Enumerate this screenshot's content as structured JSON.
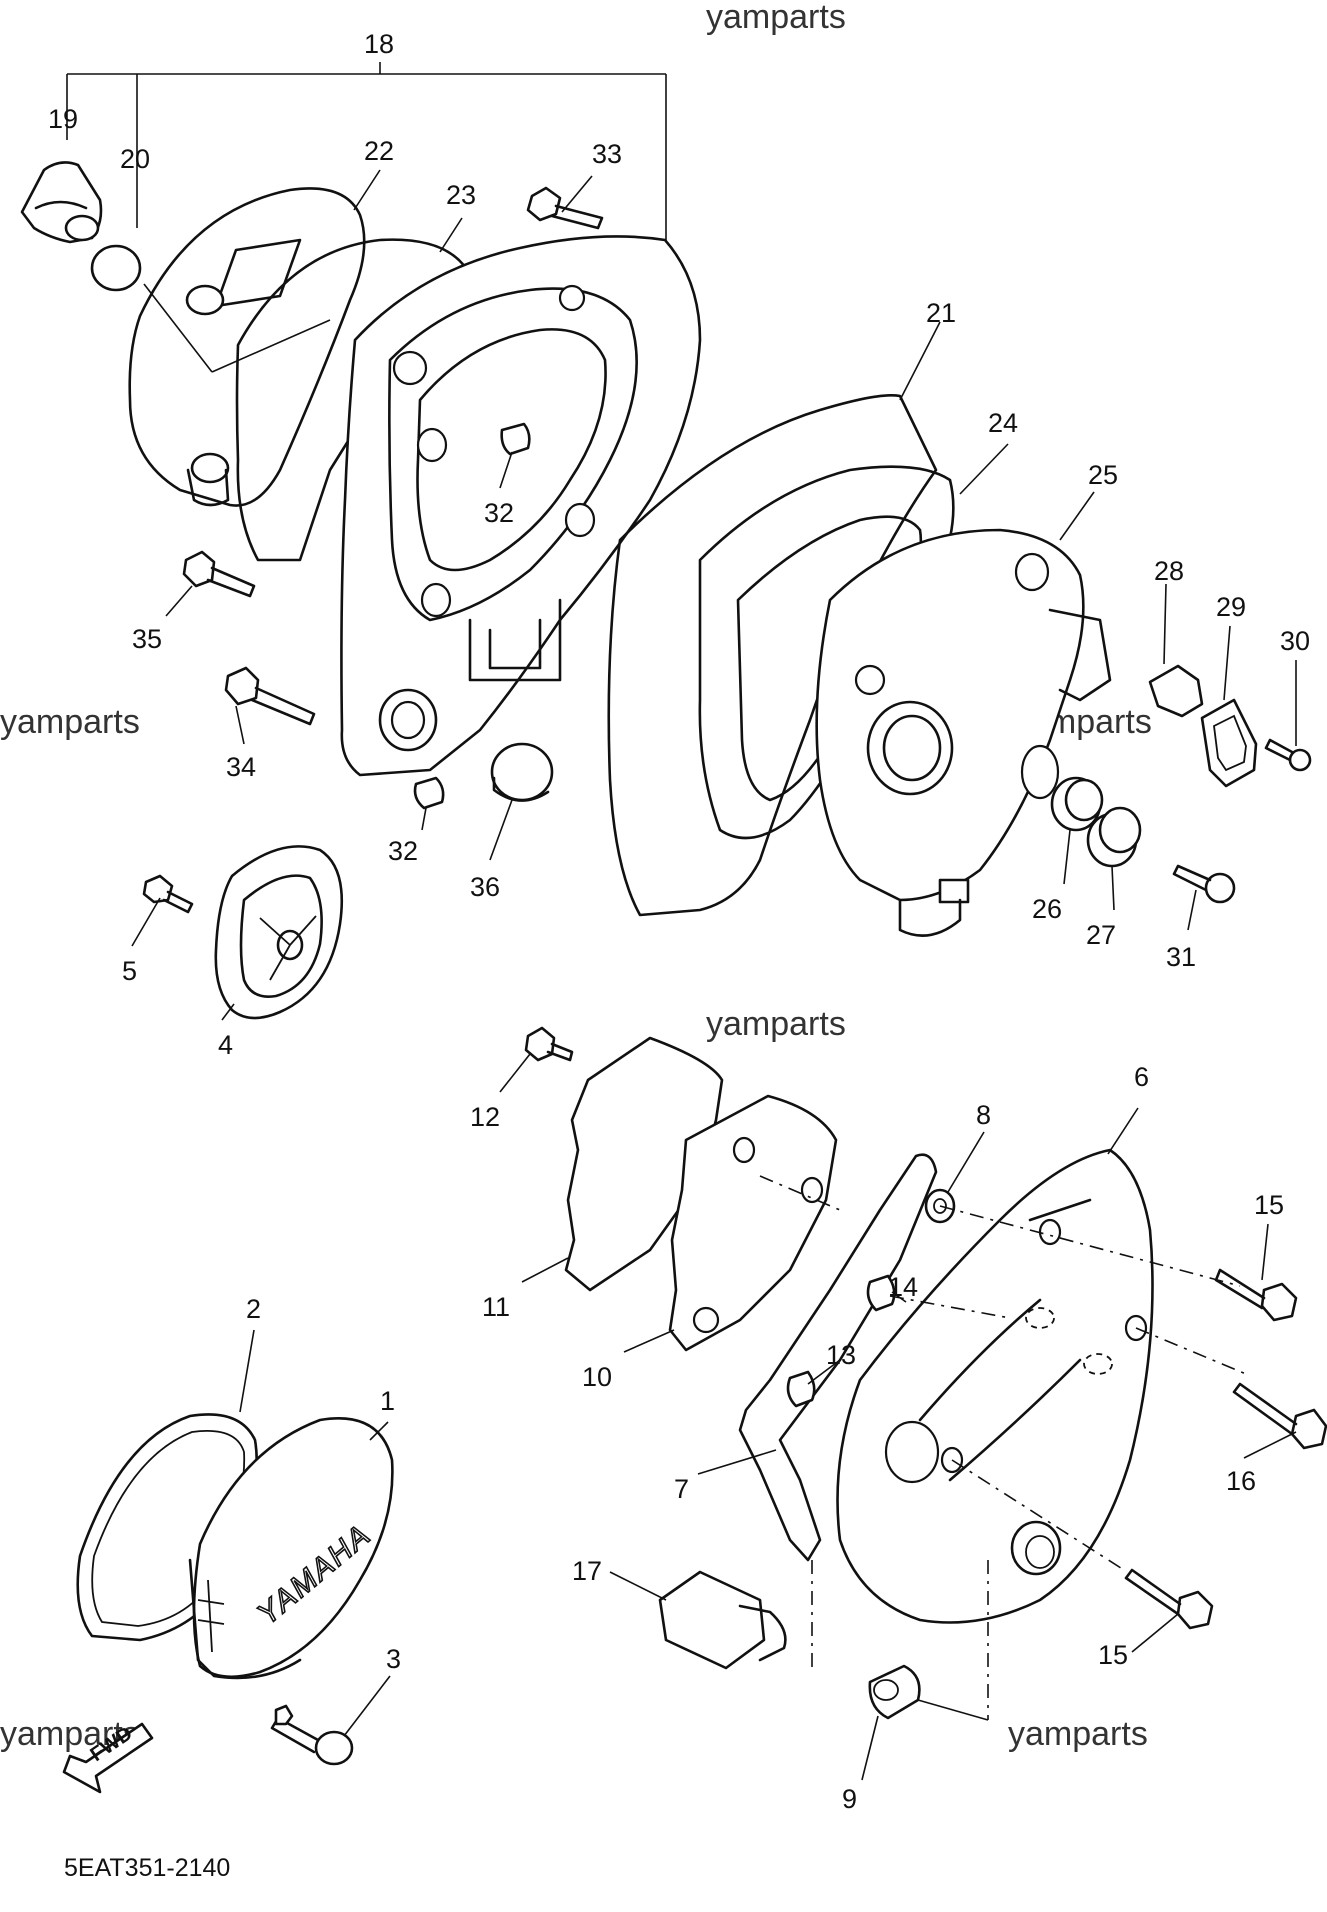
{
  "watermarks": [
    "yamparts",
    "yamparts",
    "yamparts",
    "yamparts",
    "yamparts",
    "yamparts"
  ],
  "callouts": [
    "18",
    "19",
    "20",
    "22",
    "23",
    "33",
    "21",
    "24",
    "25",
    "28",
    "29",
    "30",
    "32",
    "35",
    "34",
    "32",
    "36",
    "26",
    "27",
    "31",
    "5",
    "4",
    "12",
    "11",
    "10",
    "8",
    "6",
    "15",
    "14",
    "13",
    "16",
    "7",
    "17",
    "15",
    "9",
    "2",
    "1",
    "3"
  ],
  "cover_logo": "YAMAHA",
  "fwd_label": "FWD",
  "diagram_code": "5EAT351-2140"
}
